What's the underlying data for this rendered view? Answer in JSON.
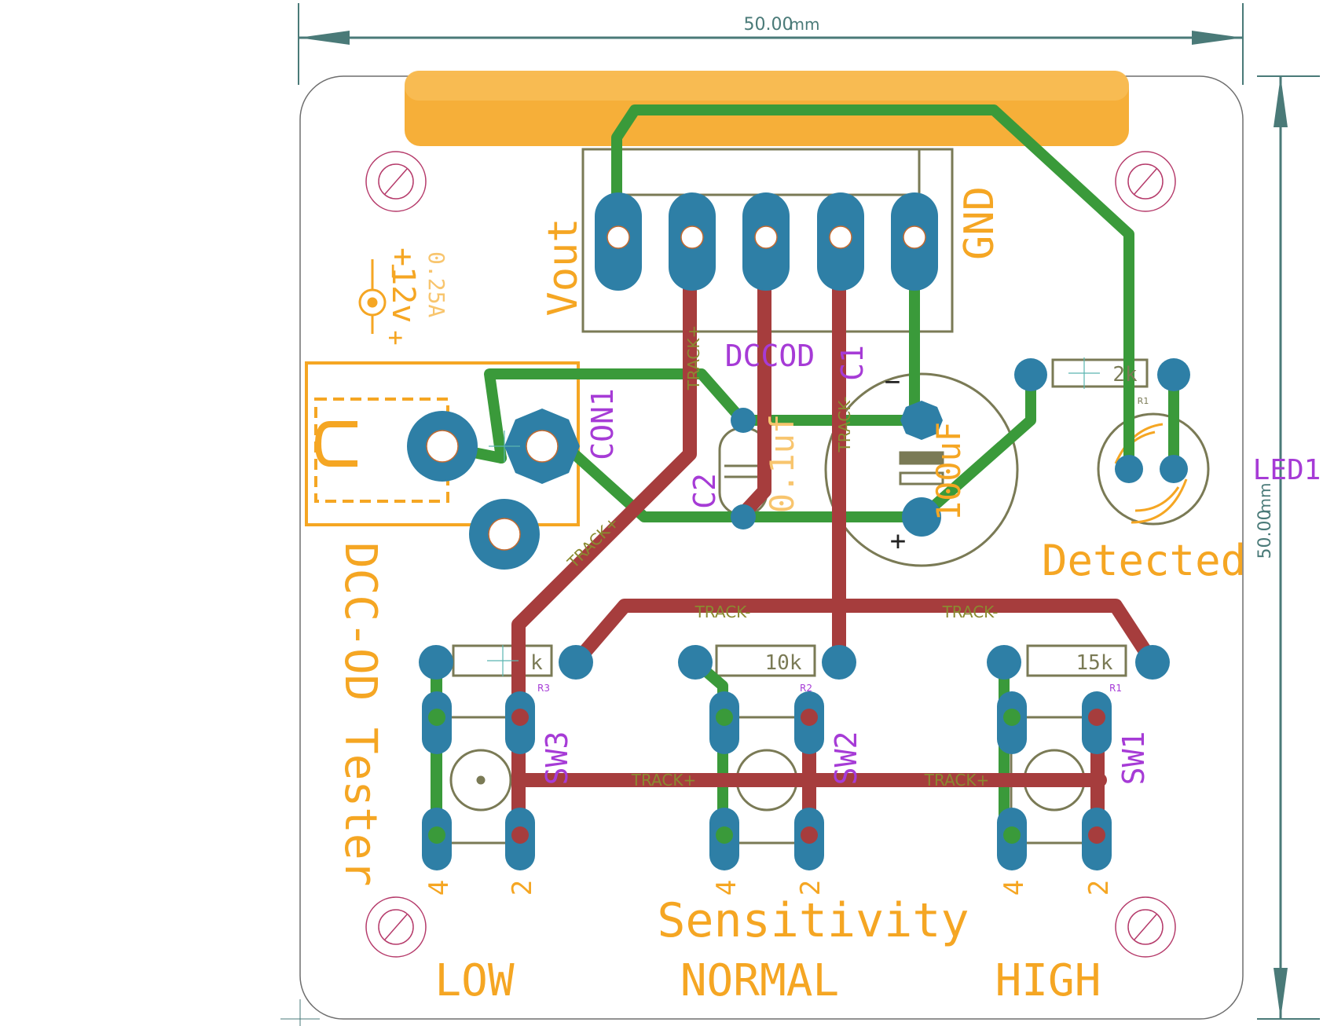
{
  "dimensions": {
    "width_label": "50.00",
    "width_unit": "mm",
    "height_label": "50.00",
    "height_unit": "mm"
  },
  "board": {
    "title": "DCC-OD Tester",
    "sensitivity_label": "Sensitivity",
    "low_label": "LOW",
    "normal_label": "NORMAL",
    "high_label": "HIGH",
    "detected_label": "Detected",
    "vout_label": "Vout",
    "gnd_label": "GND",
    "power_voltage": "+12v",
    "power_current": "0.25A",
    "polarity_minus": "−",
    "polarity_plus": "+"
  },
  "components": {
    "dccod": "DCCOD",
    "con1": "CON1",
    "c1": "C1",
    "c1_value": "100uF",
    "c1_minus": "−",
    "c1_plus": "+",
    "c2": "C2",
    "c2_value": "0.1uf",
    "led1": "LED1",
    "r1_value": "2k",
    "r1_ref": "R1",
    "r_low_value": "k",
    "r_low_ref": "R3",
    "r_normal_value": "10k",
    "r_normal_ref": "R2",
    "r_high_value": "15k",
    "r_high_ref": "R1",
    "sw1": "SW1",
    "sw2": "SW2",
    "sw3": "SW3",
    "pin_4": "4",
    "pin_2": "2"
  },
  "nets": {
    "track_plus": "TRACK+",
    "track_minus": "TRACK-"
  },
  "colors": {
    "silkscreen": "#f5a623",
    "top_copper": "#a63d3d",
    "bottom_copper": "#3a9a3a",
    "pad": "#2e7fa6",
    "component_name": "#a63bd6",
    "outline": "#7a7a55",
    "dimension": "#4a7a78"
  }
}
